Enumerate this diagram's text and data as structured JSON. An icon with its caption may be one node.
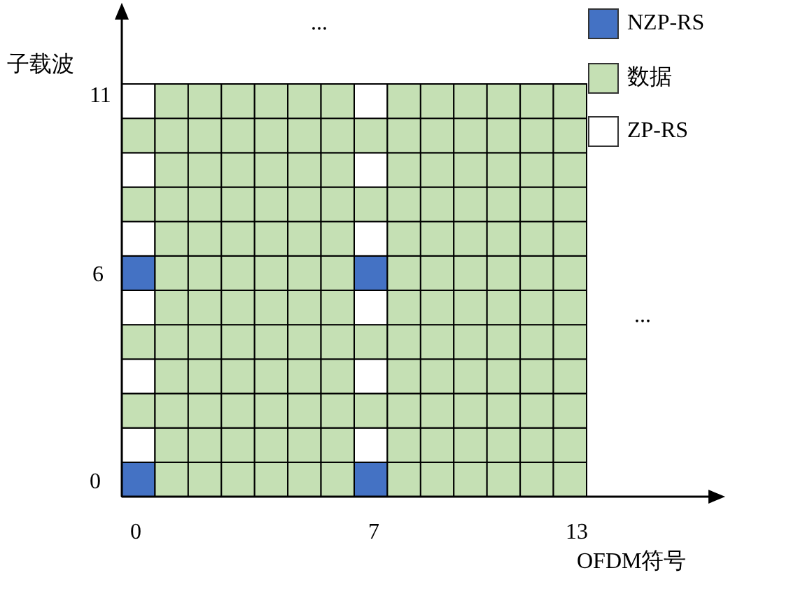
{
  "diagram": {
    "labels": [
      "...",
      "子载波",
      "11",
      "6",
      "...",
      "0",
      "0",
      "7",
      "13",
      "OFDM符号"
    ],
    "legend": [
      {
        "text": "NZP-RS",
        "color": "#4472c4"
      },
      {
        "text": "数据",
        "color": "#c5e0b4"
      },
      {
        "text": "ZP-RS",
        "color": "#ffffff"
      }
    ]
  }
}
